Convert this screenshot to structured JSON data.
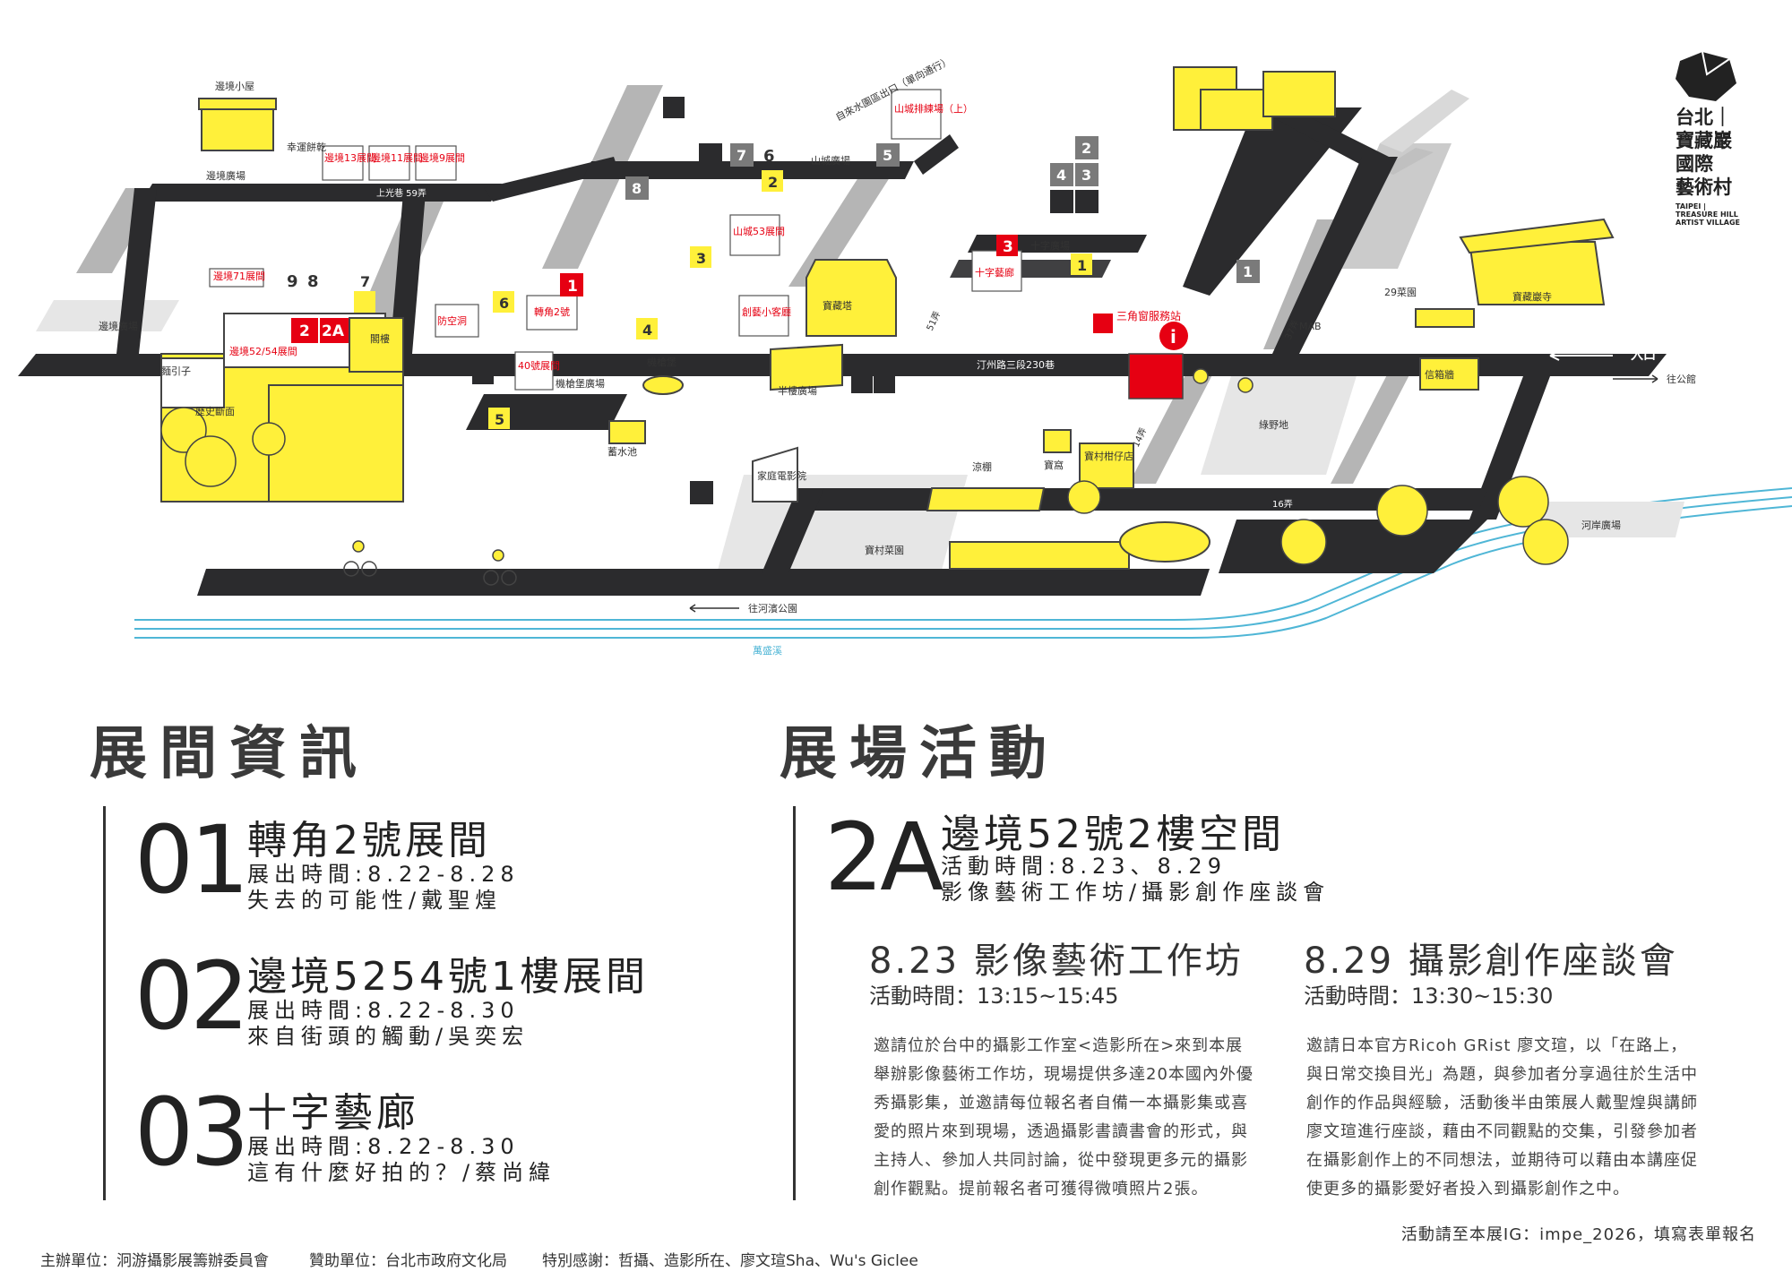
{
  "logo": {
    "line1": "台北｜",
    "line2": "寶藏巖",
    "line3": "國際",
    "line4": "藝術村",
    "en1": "TAIPEI |",
    "en2": "TREASURE HILL",
    "en3": "ARTIST VILLAGE"
  },
  "map": {
    "labels": {
      "bianjing_xiaowu": "邊境小屋",
      "xingyun_binggan": "幸運餅乾",
      "bianjing_guangchang_1": "邊境廣場",
      "bianjing_guangchang_2": "邊境廣場",
      "room13": "邊境13展間",
      "room11": "邊境11展間",
      "room9": "邊境9展間",
      "shangguang": "上光巷  59弄",
      "room71": "邊境71展間",
      "room5254": "邊境52/54展間",
      "pavilion": "閣樓",
      "mianyinzi": "麵引子",
      "lishi_duanmian": "歷史斷面",
      "fangkongdong": "防空洞",
      "zhuanjiao2": "轉角2號",
      "room40": "40號展間",
      "jiqiangbao": "機槍堡",
      "jiqiangbao_guangchang": "機槍堡廣場",
      "xushuichi": "蓄水池",
      "shancheng53": "山城53展間",
      "shancheng_guangchang": "山城廣場",
      "shancheng_rehearsal": "山城排練場（上）",
      "exit_sign": "自來水園區出口（單向通行）",
      "chuangyi": "創藝小客廳",
      "baocangta": "寶藏塔",
      "banlou_guangchang": "半樓廣場",
      "shizi_guangchang": "十字廣場",
      "shizi_yilang": "十字藝廊",
      "tingzhou": "汀州路三段230巷",
      "sanjiaochuang": "三角窗服務站",
      "lane51": "51弄",
      "lane37": "37弄",
      "lane14": "14弄",
      "lane16": "16弄",
      "caiyuan29": "29菜園",
      "baocangyan_si": "寶藏巖寺",
      "rukou": "入口",
      "wang_gongguan": "往公館",
      "xinxiang": "信箱牆",
      "lvyedi": "綠野地",
      "jiating_dianyingyuan": "家庭電影院",
      "liangpeng": "涼棚",
      "baocun_caiyuan": "寶村菜園",
      "baocun": "寶窩",
      "baocun_xiangzidian": "寶村柑仔店",
      "heian_guangchang": "河岸廣場",
      "wang_hebin": "往河濱公園",
      "xindianxi": "萬盛溪",
      "mab": "MAB",
      "gangliang": "鋼樑祕境"
    },
    "markers": {
      "m1a": "1",
      "m1b": "1",
      "m1c": "1",
      "m2a": "2",
      "m2b": "2",
      "m2c": "2",
      "m2A": "2A",
      "m3a": "3",
      "m3b": "3",
      "m3c": "3",
      "m4a": "4",
      "m4b": "4",
      "m5a": "5",
      "m5b": "5",
      "m6a": "6",
      "m6b": "6",
      "m7a": "7",
      "m7b": "7",
      "m8a": "8",
      "m8b": "8",
      "m9": "9"
    }
  },
  "left_section": {
    "title": "展間資訊",
    "items": [
      {
        "num": "01",
        "title": "轉角2號展間",
        "time": "展出時間:8.22-8.28",
        "desc": "失去的可能性/戴聖煌"
      },
      {
        "num": "02",
        "title": "邊境5254號1樓展間",
        "time": "展出時間:8.22-8.30",
        "desc": "來自街頭的觸動/吳奕宏"
      },
      {
        "num": "03",
        "title": "十字藝廊",
        "time": "展出時間:8.22-8.30",
        "desc": "這有什麼好拍的？/蔡尚緯"
      }
    ]
  },
  "right_section": {
    "title": "展場活動",
    "num": "2A",
    "heading": "邊境52號2樓空間",
    "time": "活動時間:8.23、8.29",
    "desc": "影像藝術工作坊/攝影創作座談會",
    "events": [
      {
        "title": "8.23 影像藝術工作坊",
        "time": "活動時間：13:15~15:45",
        "lines": [
          "邀請位於台中的攝影工作室<造影所在>來到本展",
          "舉辦影像藝術工作坊，現場提供多達20本國內外優",
          "秀攝影集，並邀請每位報名者自備一本攝影集或喜",
          "愛的照片來到現場，透過攝影書讀書會的形式，與",
          "主持人、參加人共同討論，從中發現更多元的攝影",
          "創作觀點。提前報名者可獲得微噴照片2張。"
        ]
      },
      {
        "title": "8.29 攝影創作座談會",
        "time": "活動時間：13:30~15:30",
        "lines": [
          "邀請日本官方Ricoh GRist 廖文瑄，以「在路上，",
          "與日常交換目光」為題，與參加者分享過往於生活中",
          "創作的作品與經驗，活動後半由策展人戴聖煌與講師",
          "廖文瑄進行座談，藉由不同觀點的交集，引發參加者",
          "在攝影創作上的不同想法，並期待可以藉由本講座促",
          "使更多的攝影愛好者投入到攝影創作之中。"
        ]
      }
    ]
  },
  "footer": {
    "ig": "活動請至本展IG：impe_2026，填寫表單報名",
    "organizer": "主辦單位：泂游攝影展籌辦委員會",
    "sponsor": "贊助單位：台北市政府文化局",
    "thanks": "特別感謝：哲攝、造影所在、廖文瑄Sha、Wu's Giclee"
  },
  "colors": {
    "yellow": "#FFF03A",
    "road": "#2B2B2D",
    "red": "#E60012",
    "gray": "#8A8A8A",
    "river": "#4FB6D6"
  }
}
